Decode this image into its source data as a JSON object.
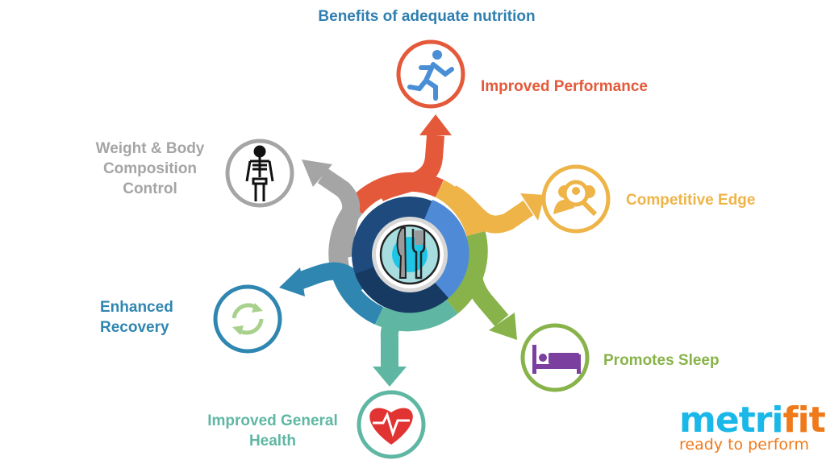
{
  "title": "Benefits of adequate nutrition",
  "colors": {
    "title": "#2f7fb0",
    "performance": "#e4593a",
    "competitive": "#eeb448",
    "sleep": "#88b34a",
    "health": "#5fb7a3",
    "recovery": "#2f86b0",
    "weight": "#a5a5a5"
  },
  "center": {
    "icon": "plate-knife-fork-icon"
  },
  "benefits": [
    {
      "label": "Improved Performance",
      "icon": "running-person-icon"
    },
    {
      "label": "Competitive Edge",
      "icon": "group-magnifier-icon"
    },
    {
      "label": "Promotes Sleep",
      "icon": "bed-icon"
    },
    {
      "label": "Improved General Health",
      "icon": "heartbeat-icon"
    },
    {
      "label": "Enhanced Recovery",
      "icon": "recycle-arrows-icon"
    },
    {
      "label": "Weight & Body Composition Control",
      "icon": "skeleton-icon"
    }
  ],
  "logo": {
    "brand_a": "metri",
    "brand_b": "fit",
    "registered": "®",
    "tagline": "ready to perform"
  }
}
